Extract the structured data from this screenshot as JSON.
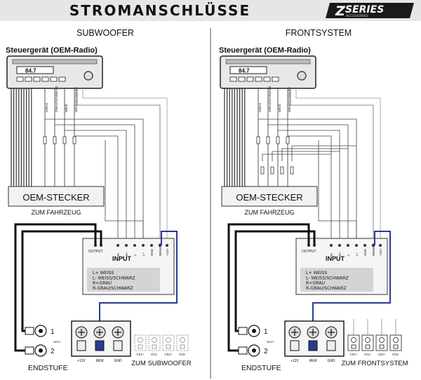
{
  "header": {
    "title": "STROMANSCHLÜSSE",
    "logo_text": "SERIES",
    "logo_letter": "Z",
    "logo_sub": "ACCESSORIES"
  },
  "panels": [
    {
      "title": "SUBWOOFER",
      "radio_label": "Steuergerät (OEM-Radio)",
      "display": "84.7",
      "wire_labels": [
        "GRAU",
        "GRAU/SCHWARZ",
        "WEIß",
        "WEIß/SCHWARZ"
      ],
      "connector": "OEM-STECKER",
      "connector_sub": "ZUM FAHRZEUG",
      "amp_output": "OUTPUT",
      "amp_input": "INPUT",
      "amp_terms": [
        "R-",
        "R+",
        "L-",
        "L+",
        "GND",
        "REMOTE",
        "+12V"
      ],
      "legend": [
        "L+ WEISS",
        "L- WEISS/SCHWARZ",
        "R+GRAU",
        "R-GRAU/SCHWARZ"
      ],
      "rca": [
        "1",
        "2"
      ],
      "rca_small": "INPUT",
      "amp_name": "ENDSTUFE",
      "power_terms": [
        "+12V",
        "REM",
        "GND"
      ],
      "speaker_terms": [
        "Ch1+",
        "Ch1-",
        "Ch2+",
        "Ch2-"
      ],
      "speaker_label": "ZUM SUBWOOFER",
      "speaker_color": "#8a8a8a"
    },
    {
      "title": "FRONTSYSTEM",
      "radio_label": "Steuergerät (OEM-Radio)",
      "display": "84.7",
      "wire_labels": [
        "GRAU",
        "GRAU/SCHWARZ",
        "WEIß",
        "WEIß/SCHWARZ"
      ],
      "connector": "OEM-STECKER",
      "connector_sub": "ZUM FAHRZEUG",
      "amp_output": "OUTPUT",
      "amp_input": "INPUT",
      "amp_terms": [
        "R-",
        "R+",
        "L-",
        "L+",
        "GND",
        "REMOTE",
        "+12V"
      ],
      "legend": [
        "L+ WEISS",
        "L- WEISS/SCHWARZ",
        "R+GRAU",
        "R-GRAU/SCHWARZ"
      ],
      "rca": [
        "1",
        "2"
      ],
      "rca_small": "INPUT",
      "amp_name": "ENDSTUFE",
      "power_terms": [
        "+12V",
        "REM",
        "GND"
      ],
      "speaker_terms": [
        "Ch1+",
        "Ch1-",
        "Ch2+",
        "Ch2-"
      ],
      "speaker_label": "ZUM FRONTSYSTEM",
      "speaker_color": "#1a1a1a"
    }
  ],
  "colors": {
    "header_bg": "#e6e6e6",
    "logo_bg": "#1a1a1a",
    "remote_wire": "#2b3a8f",
    "wire": "#444444",
    "legend_bg": "#d4d4d4",
    "connector_bg": "#f2f2f2"
  }
}
